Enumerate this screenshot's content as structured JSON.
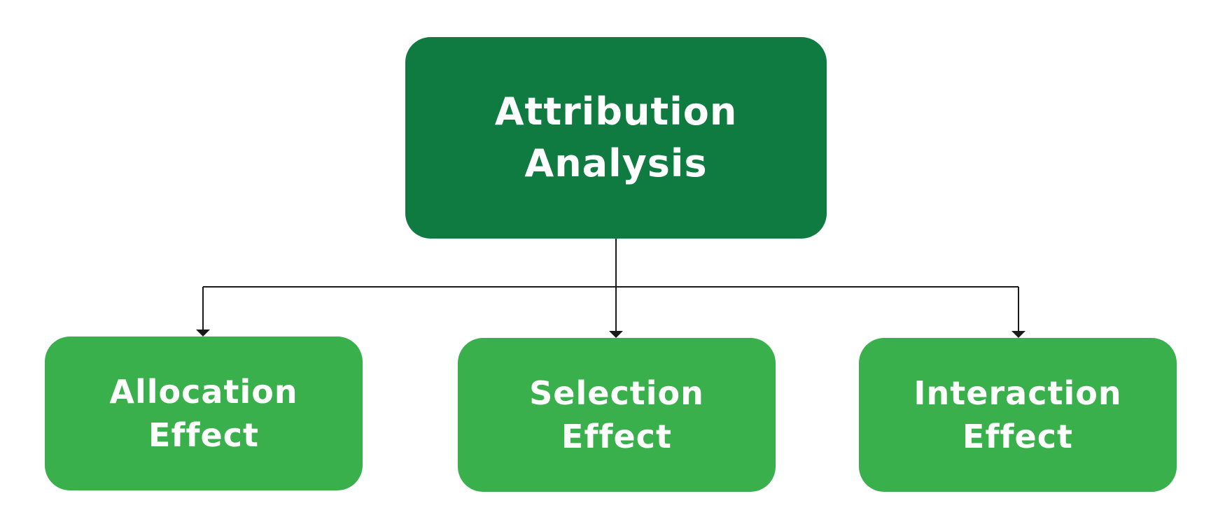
{
  "diagram": {
    "type": "hierarchy",
    "root": {
      "label": "Attribution\nAnalysis",
      "color": "#0f7b41"
    },
    "children": [
      {
        "id": "allocation",
        "label": "Allocation\nEffect",
        "color": "#39b04b"
      },
      {
        "id": "selection",
        "label": "Selection\nEffect",
        "color": "#39b04b"
      },
      {
        "id": "interaction",
        "label": "Interaction\nEffect",
        "color": "#39b04b"
      }
    ],
    "edges": [
      {
        "from": "root",
        "to": "allocation",
        "arrow": "arrowhead"
      },
      {
        "from": "root",
        "to": "selection",
        "arrow": "arrowhead"
      },
      {
        "from": "root",
        "to": "interaction",
        "arrow": "arrowhead"
      }
    ],
    "connector_color": "#1a1a1a",
    "text_color": "#ffffff",
    "background": "#ffffff"
  }
}
